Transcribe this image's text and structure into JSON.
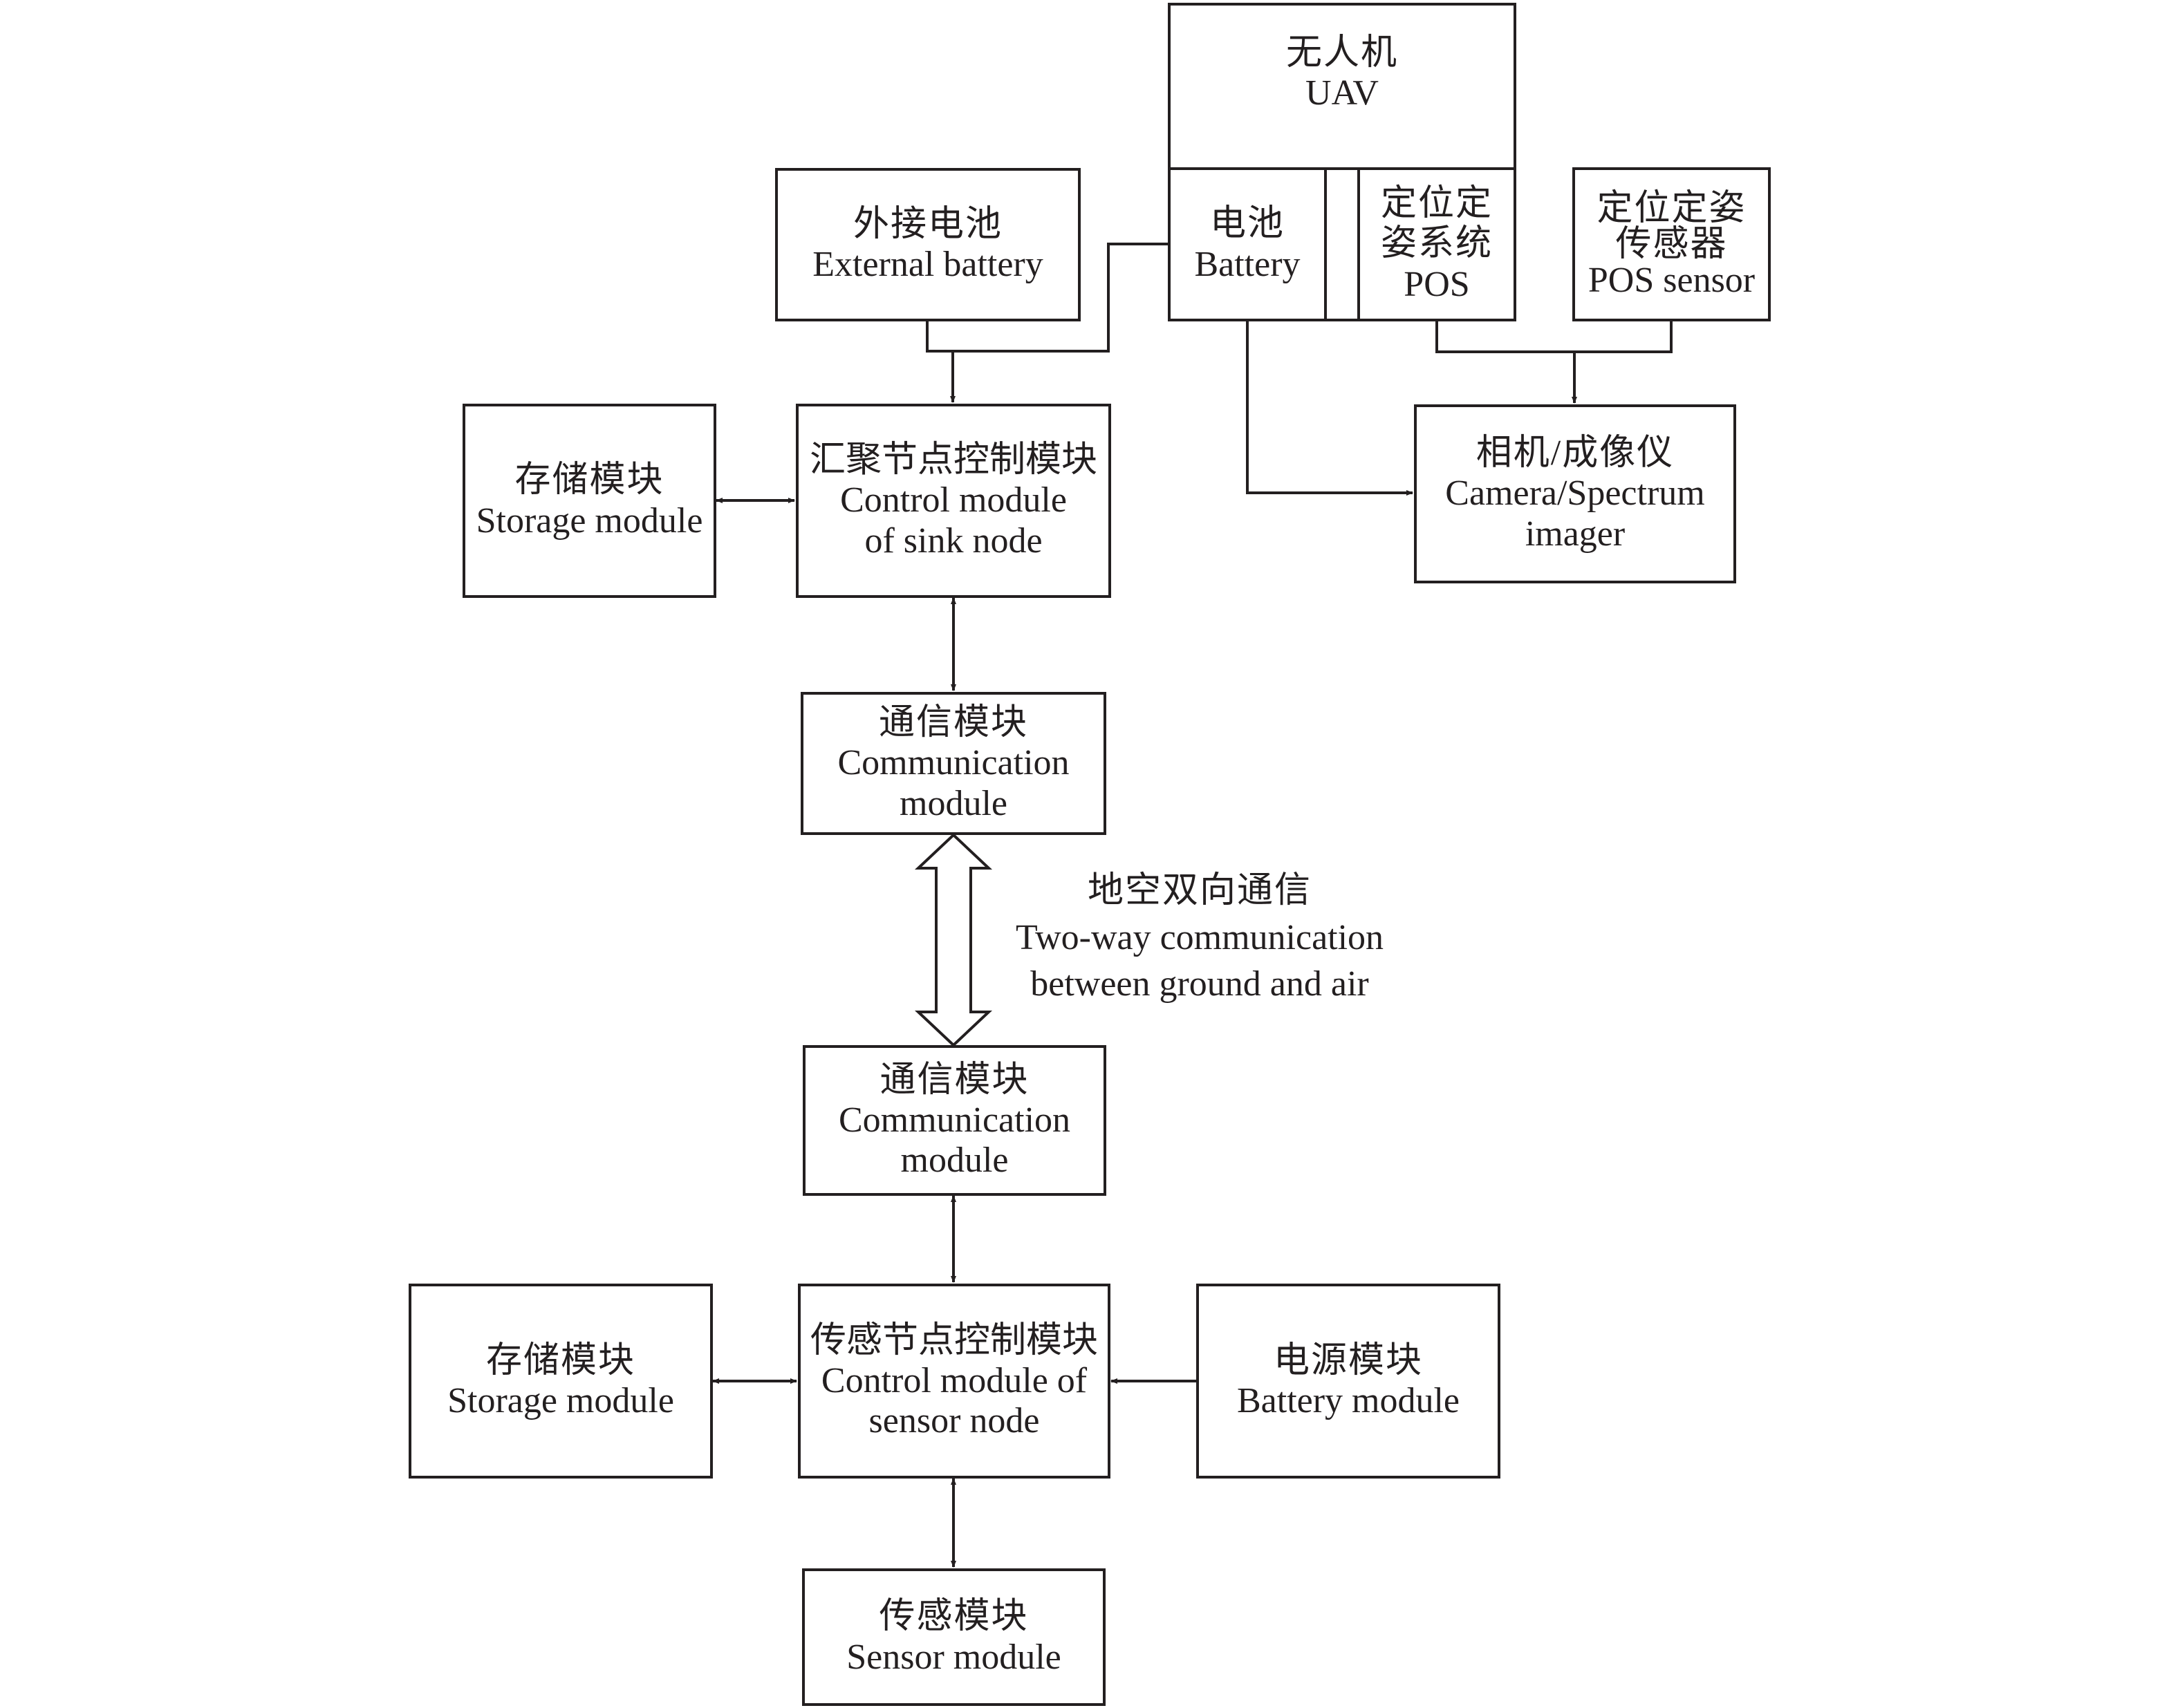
{
  "diagram": {
    "uav": {
      "zh": "无人机",
      "en": "UAV"
    },
    "uav_battery": {
      "zh": "电池",
      "en": "Battery"
    },
    "uav_pos": {
      "zh1": "定位定",
      "zh2": "姿系统",
      "en": "POS"
    },
    "pos_sensor": {
      "zh1": "定位定姿",
      "zh2": "传感器",
      "en": "POS sensor"
    },
    "external_battery": {
      "zh": "外接电池",
      "en": "External battery"
    },
    "sink_control": {
      "zh": "汇聚节点控制模块",
      "en1": "Control module",
      "en2": "of sink node"
    },
    "sink_storage": {
      "zh": "存储模块",
      "en": "Storage module"
    },
    "camera": {
      "zh": "相机/成像仪",
      "en1": "Camera/Spectrum",
      "en2": "imager"
    },
    "comm_air": {
      "zh": "通信模块",
      "en1": "Communication",
      "en2": "module"
    },
    "link_label": {
      "zh": "地空双向通信",
      "en1": "Two-way communication",
      "en2": "between ground and air"
    },
    "comm_ground": {
      "zh": "通信模块",
      "en1": "Communication",
      "en2": "module"
    },
    "sensor_control": {
      "zh": "传感节点控制模块",
      "en1": "Control module of",
      "en2": "sensor node"
    },
    "sensor_storage": {
      "zh": "存储模块",
      "en": "Storage module"
    },
    "battery_module": {
      "zh": "电源模块",
      "en": "Battery module"
    },
    "sensor_module": {
      "zh": "传感模块",
      "en": "Sensor module"
    },
    "line_color": "#231f20"
  }
}
